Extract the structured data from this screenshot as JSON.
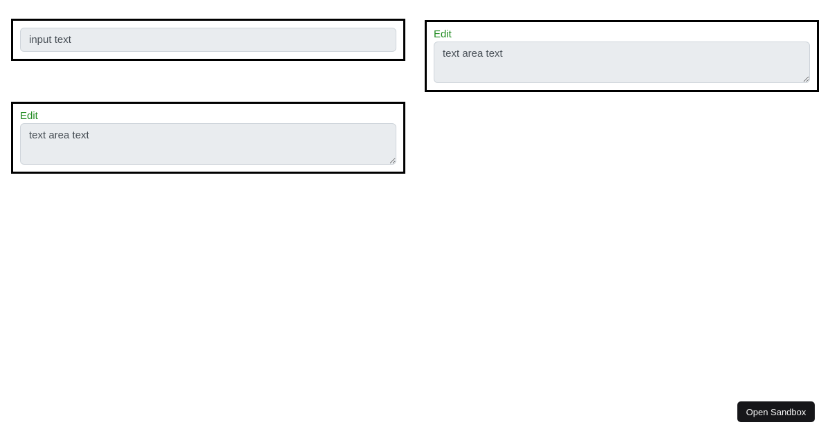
{
  "colors": {
    "panel_border": "#000000",
    "field_bg": "#e9ecef",
    "field_border": "#ced4da",
    "field_text": "#495057",
    "edit_link": "#1f8a1f",
    "button_bg": "#161619",
    "button_text": "#f5f5f5",
    "page_bg": "#ffffff"
  },
  "panels": [
    {
      "id": "input-panel",
      "type": "input",
      "value": "input text"
    },
    {
      "id": "textarea-panel-right",
      "type": "textarea",
      "edit_label": "Edit",
      "value": "text area text"
    },
    {
      "id": "textarea-panel-left",
      "type": "textarea",
      "edit_label": "Edit",
      "value": "text area text"
    }
  ],
  "overlay": {
    "open_sandbox_label": "Open Sandbox"
  }
}
